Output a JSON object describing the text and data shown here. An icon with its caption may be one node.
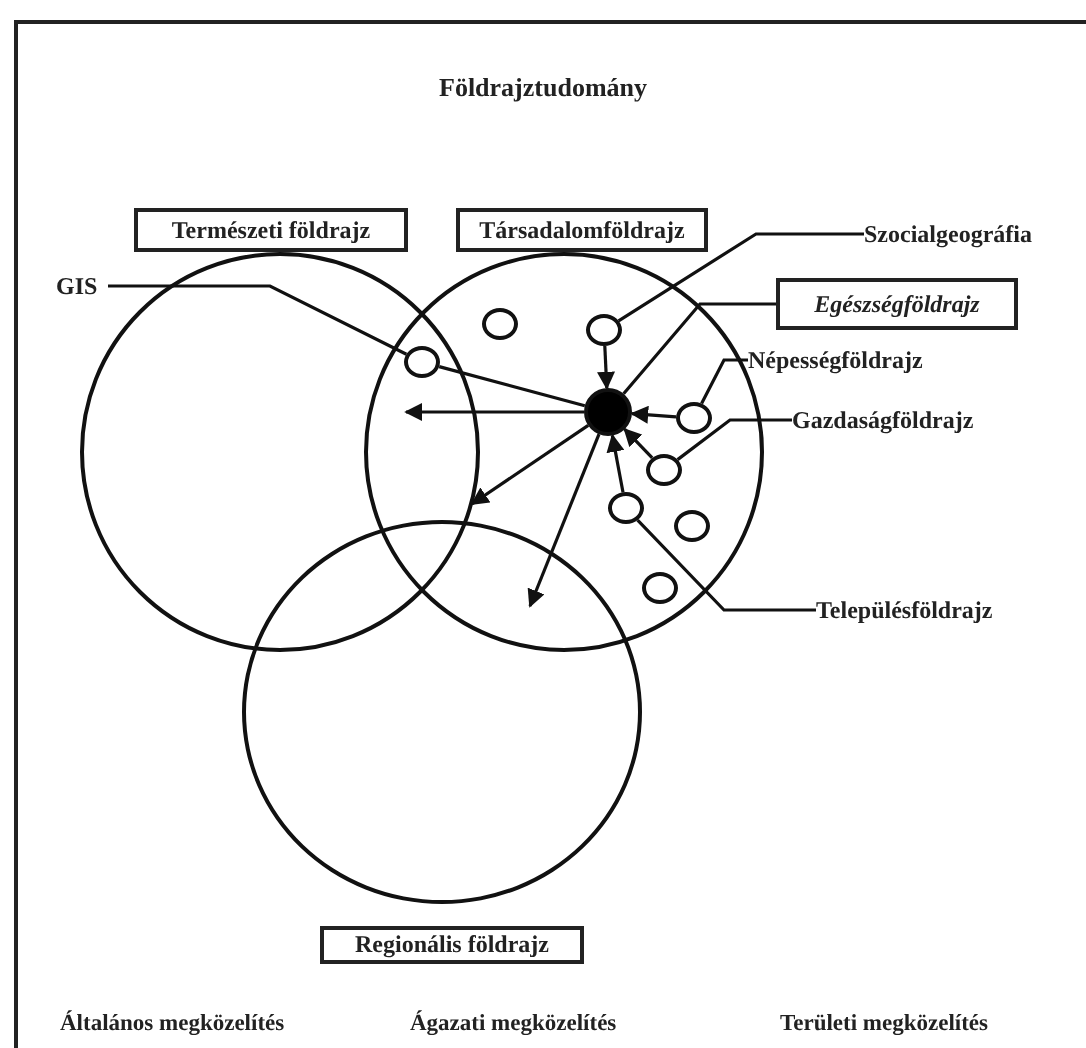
{
  "diagram": {
    "title": "Földrajztudomány",
    "nodes": [
      {
        "text": [
          "Természeti földrajz"
        ]
      },
      {
        "text": [
          "Társadalomföldrajz"
        ]
      },
      {
        "text": [
          "Szocialgeográfia"
        ]
      },
      {
        "text": [
          "GIS"
        ]
      },
      {
        "text": [],
        "shape": "circle"
      },
      {
        "text": [],
        "shape": "circle"
      },
      {
        "text": [],
        "shape": "circle",
        "in": 5
      },
      {
        "text": [],
        "shape": "circle",
        "in": 5
      },
      {
        "text": [
          "Egészségföldrajz"
        ]
      },
      {
        "text": [],
        "shape": "circle"
      },
      {
        "text": [
          "Népességföldrajz"
        ]
      },
      {
        "text": [],
        "shape": "circle",
        "in": 5
      },
      {
        "text": [],
        "shape": "circle",
        "in": 5
      },
      {
        "text": [
          "Gazdaságföldrajz"
        ]
      },
      {
        "text": [],
        "shape": "circle",
        "in": 5
      },
      {
        "text": [],
        "shape": "circle",
        "in": 5
      },
      {
        "text": [],
        "shape": "circle",
        "in": 5
      },
      {
        "text": [],
        "shape": "circle",
        "in": 5
      },
      {
        "text": [],
        "shape": "circle"
      },
      {
        "text": [
          "Településföldrajz"
        ]
      },
      {
        "text": [
          "Regionális földrajz"
        ]
      }
    ],
    "edges": [
      {
        "from": 2,
        "to": 7,
        "arrow": "none"
      },
      {
        "from": 3,
        "to": 9,
        "arrow": "none"
      },
      {
        "from": 9,
        "to": 11,
        "arrow": "none"
      },
      {
        "from": 7,
        "to": 11,
        "arrow": "to"
      },
      {
        "from": 12,
        "to": 11,
        "arrow": "to"
      },
      {
        "from": 14,
        "to": 11,
        "arrow": "to"
      },
      {
        "from": 15,
        "to": 11,
        "arrow": "to"
      },
      {
        "from": 11,
        "to": 8,
        "arrow": "none"
      },
      {
        "from": 10,
        "to": 12,
        "arrow": "none"
      },
      {
        "from": 13,
        "to": 14,
        "arrow": "none"
      },
      {
        "from": 19,
        "to": 15,
        "arrow": "none"
      },
      {
        "from": 11,
        "to": 4,
        "arrow": "to"
      },
      {
        "from": 11,
        "to": 4,
        "arrow": "to"
      },
      {
        "from": 11,
        "to": 18,
        "arrow": "to"
      }
    ],
    "labels": [
      "Általános megközelítés",
      "Ágazati megközelítés",
      "Területi megközelítés"
    ]
  }
}
